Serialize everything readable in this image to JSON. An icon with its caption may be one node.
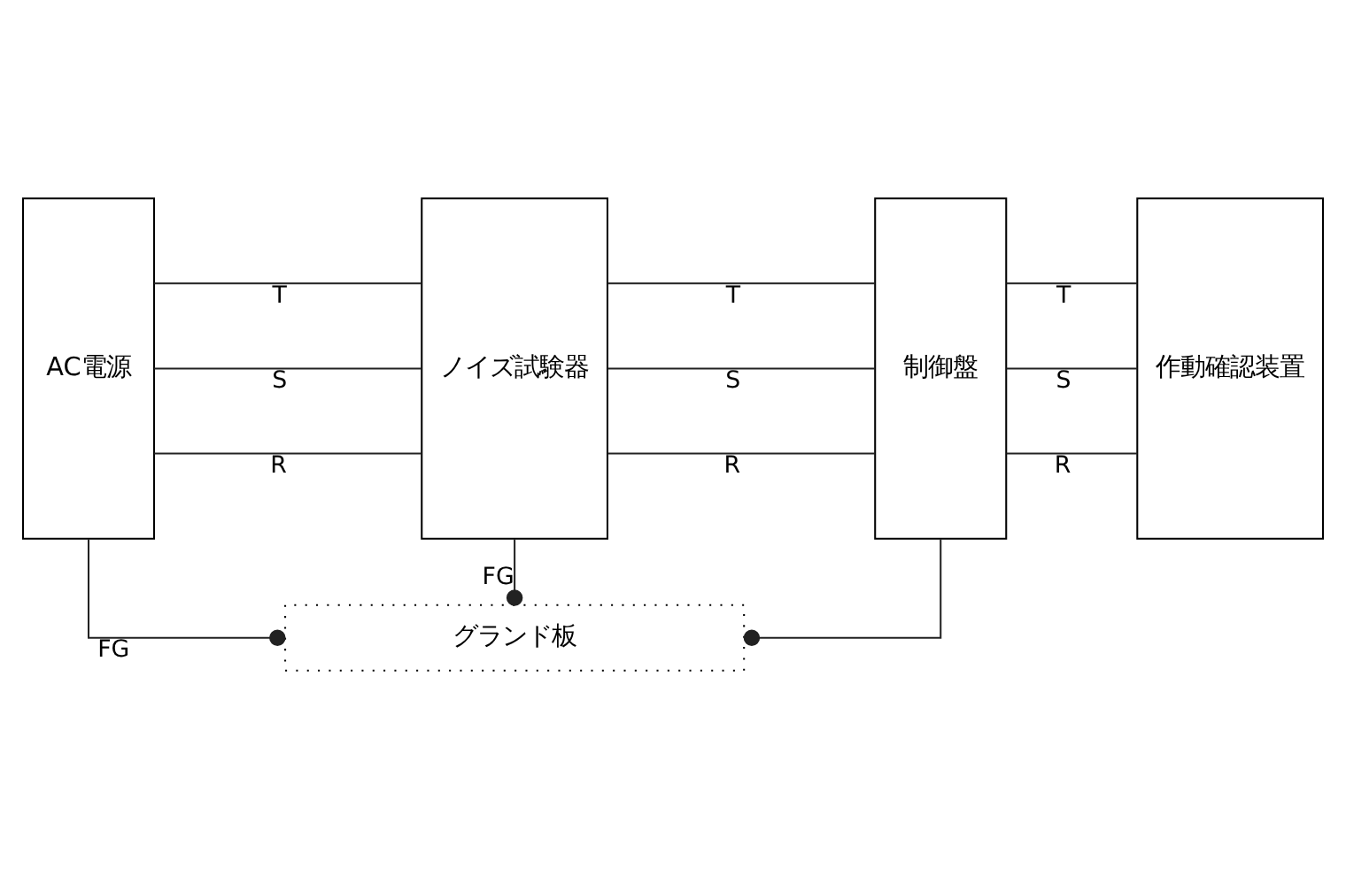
{
  "diagram": {
    "nodes": [
      {
        "text": [
          "AC電源"
        ]
      },
      {
        "text": [
          "ノイズ試験器"
        ]
      },
      {
        "text": [
          "制御盤"
        ]
      },
      {
        "text": [
          "作動確認装置"
        ]
      },
      {
        "text": [
          "グランド板"
        ]
      }
    ],
    "edges": [
      {
        "from": 0,
        "to": 1,
        "arrow": "none",
        "label": "R"
      },
      {
        "from": 0,
        "to": 1,
        "arrow": "none",
        "label": "S"
      },
      {
        "from": 0,
        "to": 1,
        "arrow": "none",
        "label": "T"
      },
      {
        "from": 1,
        "to": 2,
        "arrow": "none",
        "label": "R"
      },
      {
        "from": 1,
        "to": 2,
        "arrow": "none",
        "label": "S"
      },
      {
        "from": 1,
        "to": 2,
        "arrow": "none",
        "label": "T"
      },
      {
        "from": 2,
        "to": 3,
        "arrow": "none",
        "label": "R"
      },
      {
        "from": 2,
        "to": 3,
        "arrow": "none",
        "label": "S"
      },
      {
        "from": 2,
        "to": 3,
        "arrow": "none",
        "label": "T"
      },
      {
        "from": 0,
        "to": 4,
        "arrow": "other",
        "label": "FG"
      },
      {
        "from": 1,
        "to": 4,
        "arrow": "other",
        "label": "FG"
      },
      {
        "from": 2,
        "to": 4,
        "arrow": "other"
      }
    ]
  }
}
